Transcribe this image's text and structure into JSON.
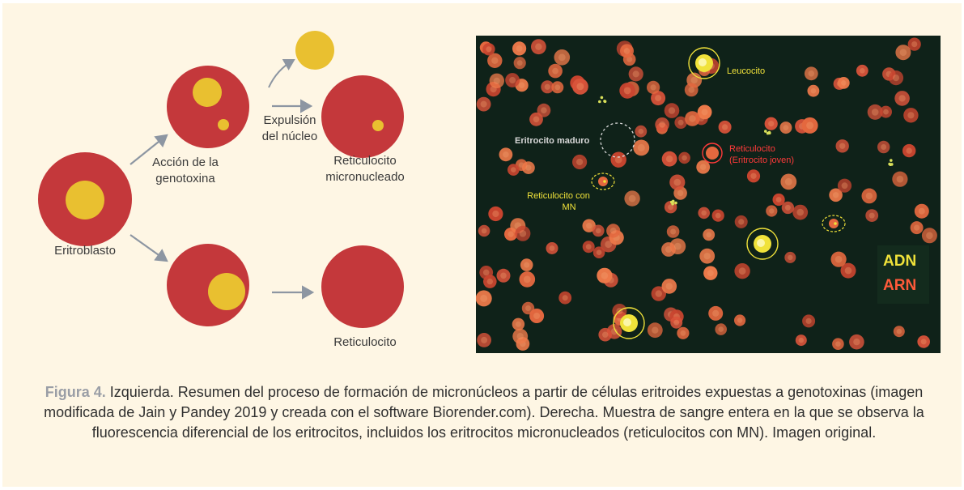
{
  "diagram": {
    "labels": {
      "eritroblasto": "Eritroblasto",
      "accion_1": "Acción de la",
      "accion_2": "genotoxina",
      "expulsion_1": "Expulsión",
      "expulsion_2": "del núcleo",
      "reticulocito_micro_1": "Reticulocito",
      "reticulocito_micro_2": "micronucleado",
      "reticulocito": "Reticulocito"
    },
    "colors": {
      "cell": "#c4383b",
      "nucleus": "#e9c030",
      "arrow": "#8d96a2"
    }
  },
  "micrograph": {
    "labels": {
      "leucocito": "Leucocito",
      "eritrocito_maduro": "Eritrocito maduro",
      "reticulocito_red_1": "Reticulocito",
      "reticulocito_red_2": "(Eritrocito joven)",
      "reticulocito_mn_1": "Reticulocito con",
      "reticulocito_mn_2": "MN"
    },
    "legend": {
      "adn": "ADN",
      "arn": "ARN"
    },
    "colors": {
      "background": "#0f2219",
      "cell": "#e0573a",
      "dna": "#f0e23a",
      "rna": "#ff5a3a"
    }
  },
  "caption": {
    "figure_label": "Figura 4.",
    "text": " Izquierda. Resumen del proceso de formación de micronúcleos a partir de células eritroides expuestas a genotoxinas (imagen modificada de Jain y Pandey 2019 y creada con el software Biorender.com). Derecha. Muestra de sangre entera en la que se observa la fluorescencia diferencial de los eritrocitos, incluidos los eritrocitos micronucleados (reticulocitos con MN). Imagen original."
  }
}
